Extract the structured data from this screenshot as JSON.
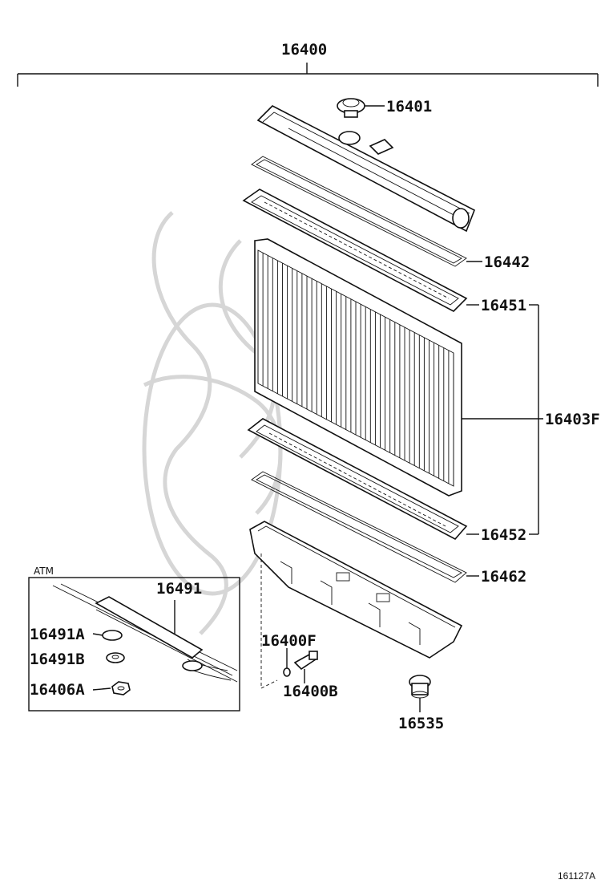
{
  "labels": {
    "assembly": "16400",
    "cap": "16401",
    "upper_gasket": "16442",
    "upper_plate": "16451",
    "core": "16403F",
    "lower_plate": "16452",
    "lower_gasket": "16462",
    "atm_cooler": "16491",
    "atm_a": "16491A",
    "atm_b": "16491B",
    "atm_nut": "16406A",
    "drain_seal": "16400F",
    "drain_cock": "16400B",
    "drain_plug": "16535"
  },
  "atm_box_title": "ATM",
  "diagram_ref": "161127A"
}
